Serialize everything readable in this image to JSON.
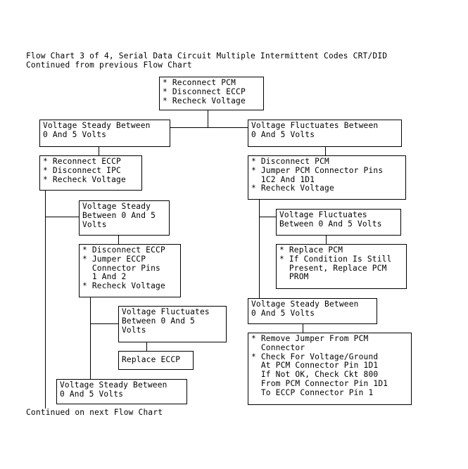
{
  "header": {
    "title": "Flow Chart 3 of 4, Serial Data Circuit Multiple Intermittent Codes CRT/DID",
    "subtitle": "Continued from previous Flow Chart"
  },
  "footer": {
    "continued": "Continued on next Flow Chart"
  },
  "boxes": {
    "start": "* Reconnect PCM\n* Disconnect ECCP\n* Recheck Voltage",
    "left_steady_1": "Voltage Steady Between\n0 And 5 Volts",
    "right_fluct_1": "Voltage Fluctuates Between\n0 And 5 Volts",
    "left_action_1": "* Reconnect ECCP\n* Disconnect IPC\n* Recheck Voltage",
    "right_action_1": "* Disconnect PCM\n* Jumper PCM Connector Pins\n  1C2 And 1D1\n* Recheck Voltage",
    "left_steady_2": "Voltage Steady\nBetween 0 And 5\nVolts",
    "right_fluct_2": "Voltage Fluctuates\nBetween 0 And 5 Volts",
    "left_action_2": "* Disconnect ECCP\n* Jumper ECCP\n  Connector Pins\n  1 And 2\n* Recheck Voltage",
    "right_action_2": "* Replace PCM\n* If Condition Is Still\n  Present, Replace PCM\n  PROM",
    "left_fluct_3": "Voltage Fluctuates\nBetween 0 And 5\nVolts",
    "right_steady_2": "Voltage Steady Between\n0 And 5 Volts",
    "left_replace": "Replace ECCP",
    "left_steady_3": "Voltage Steady Between\n0 And 5 Volts",
    "right_action_3": "* Remove Jumper From PCM\n  Connector\n* Check For Voltage/Ground\n  At PCM Connector Pin 1D1\n  If Not OK, Check Ckt 800\n  From PCM Connector Pin 1D1\n  To ECCP Connector Pin 1"
  }
}
